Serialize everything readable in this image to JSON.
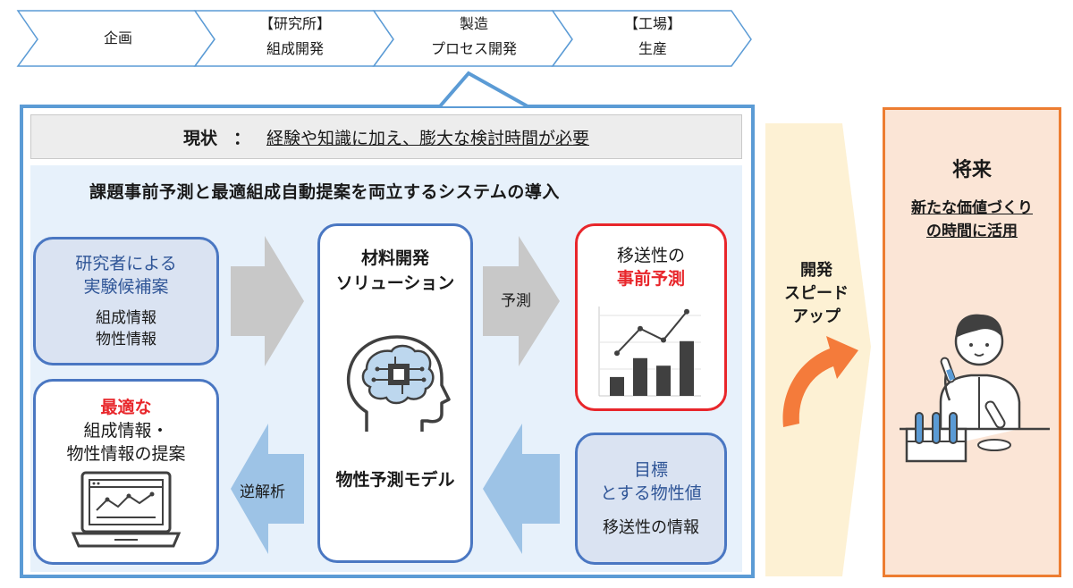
{
  "process_steps": [
    {
      "lines": [
        "企画"
      ]
    },
    {
      "lines": [
        "【研究所】",
        "組成開発"
      ]
    },
    {
      "lines": [
        "製造",
        "プロセス開発"
      ]
    },
    {
      "lines": [
        "【工場】",
        "生産"
      ]
    }
  ],
  "status": {
    "label": "現状",
    "colon": "：",
    "text": "経験や知識に加え、膨大な検討時間が必要"
  },
  "system_title": "課題事前予測と最適組成自動提案を両立するシステムの導入",
  "researcher_card": {
    "title_lines": [
      "研究者による",
      "実験候補案"
    ],
    "info_lines": [
      "組成情報",
      "物性情報"
    ]
  },
  "optimal_card": {
    "highlight": "最適な",
    "lines": [
      "組成情報・",
      "物性情報の提案"
    ]
  },
  "solution_card": {
    "title_lines": [
      "材料開発",
      "ソリューション"
    ],
    "model_label": "物性予測モデル"
  },
  "prediction_card": {
    "line1": "移送性の",
    "highlight": "事前予測",
    "bar_values": [
      2,
      4,
      3.2,
      5.8
    ],
    "trend_values": [
      3.2,
      5.8,
      4.6,
      7.6
    ]
  },
  "target_card": {
    "title_lines": [
      "目標",
      "とする物性値"
    ],
    "info": "移送性の情報"
  },
  "arrows": {
    "predict": "予測",
    "inverse": "逆解析"
  },
  "speed_up": {
    "lines": [
      "開発",
      "スピード",
      "アップ"
    ]
  },
  "future": {
    "title": "将来",
    "lines": [
      "新たな価値づくり",
      "の時間に活用"
    ]
  },
  "colors": {
    "blue_border": "#5b9bd5",
    "card_border": "#4a77c2",
    "red": "#e8262b",
    "orange": "#ed7d31",
    "future_bg": "#fbe5d6",
    "speed_bg": "#fdf1d4"
  }
}
